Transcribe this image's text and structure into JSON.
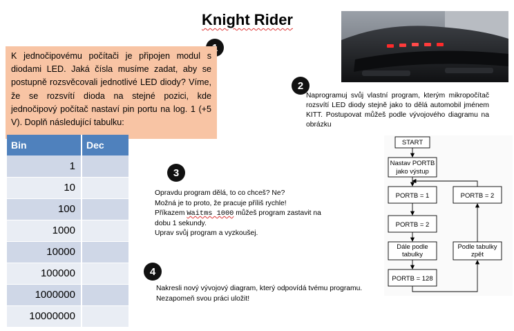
{
  "title": "Knight Rider",
  "badges": [
    "1",
    "2",
    "3",
    "4"
  ],
  "task1": {
    "text": "K jednočipovému počítači je připojen modul s diodami LED. Jaká čísla musíme zadat, aby se postupně rozsvěcovali jednotlivé LED diody? Víme, že se rozsvítí dioda na stejné pozici, kde jednočipový počítač nastaví pin portu na log. 1 (+5 V). Doplň následující tabulku:"
  },
  "table": {
    "headers": [
      "Bin",
      "Dec"
    ],
    "rows": [
      {
        "bin": "1",
        "dec": ""
      },
      {
        "bin": "10",
        "dec": ""
      },
      {
        "bin": "100",
        "dec": ""
      },
      {
        "bin": "1000",
        "dec": ""
      },
      {
        "bin": "10000",
        "dec": ""
      },
      {
        "bin": "100000",
        "dec": ""
      },
      {
        "bin": "1000000",
        "dec": ""
      },
      {
        "bin": "10000000",
        "dec": ""
      }
    ]
  },
  "task2": {
    "text": "Naprogramuj svůj vlastní program, kterým mikropočítač rozsvítí LED diody stejně jako to dělá automobil jménem KITT.  Postupovat můžeš podle vývojového diagramu na obrázku"
  },
  "task3": {
    "line1": "Opravdu program dělá, to co chceš? Ne?",
    "line2": "Možná je to proto, že pracuje příliš rychle!",
    "line3_before": "Příkazem ",
    "line3_code": "Waitms 1000",
    "line3_after": " můžeš program zastavit na",
    "line4": "dobu 1 sekundy.",
    "line5": "Uprav svůj program a vyzkoušej."
  },
  "task4": {
    "text": "Nakresli nový vývojový diagram, který odpovídá tvému programu. Nezapomeň svou práci uložit!"
  },
  "flowchart": {
    "start": "START",
    "init_line1": "Nastav PORTB",
    "init_line2": "jako výstup",
    "step1": "PORTB = 1",
    "step2": "PORTB = 2",
    "step3_line1": "Dále podle",
    "step3_line2": "tabulky",
    "step4": "PORTB = 128",
    "back_line1": "Podle tabulky",
    "back_line2": "zpět",
    "back_end": "PORTB = 2"
  }
}
